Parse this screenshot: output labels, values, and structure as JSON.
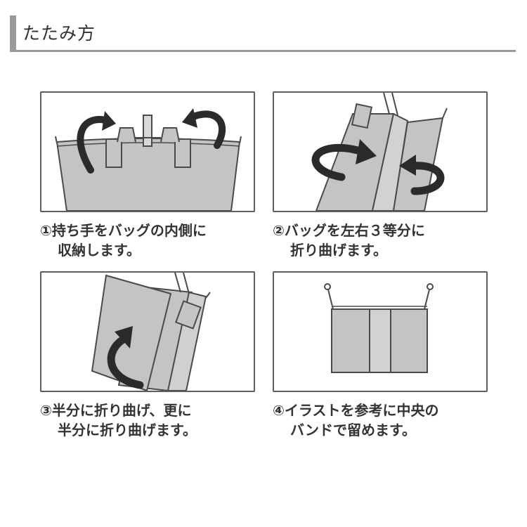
{
  "header": {
    "title": "たたみ方"
  },
  "steps": [
    {
      "line1": "①持ち手をバッグの内側に",
      "line2": "収納します。"
    },
    {
      "line1": "②バッグを左右３等分に",
      "line2": "折り曲げます。"
    },
    {
      "line1": "③半分に折り曲げ、更に",
      "line2": "半分に折り曲げます。"
    },
    {
      "line1": "④イラストを参考に中央の",
      "line2": "バンドで留めます。"
    }
  ],
  "colors": {
    "bag_fill": "#c4c4c4",
    "outline": "#4a4a4a",
    "arrow": "#2b2b2b",
    "header_bar": "#9a9a9a"
  },
  "icons": [
    "fold-arrow-icon"
  ]
}
